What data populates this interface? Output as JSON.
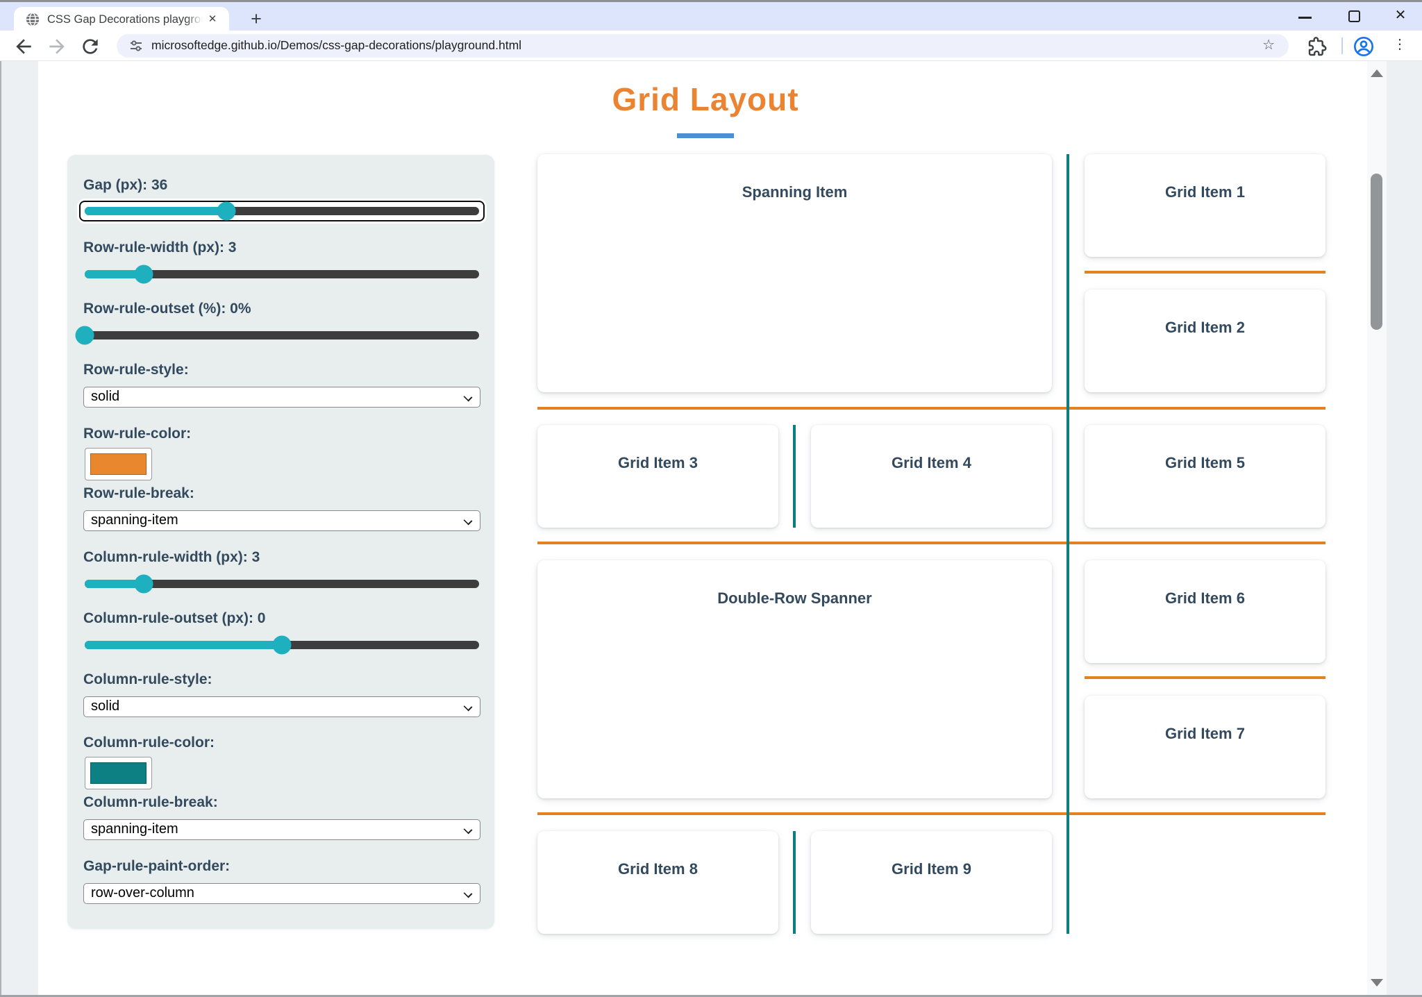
{
  "browser": {
    "tab_title": "CSS Gap Decorations playgroun",
    "url": "microsoftedge.github.io/Demos/css-gap-decorations/playground.html"
  },
  "page": {
    "title": "Grid Layout"
  },
  "colors": {
    "row_rule": "#e2811f",
    "column_rule": "#0c7f82",
    "row_rule_swatch": "#e8872e",
    "column_rule_swatch": "#0d8084"
  },
  "controls": {
    "gap": {
      "label": "Gap (px): 36",
      "pct": 36
    },
    "row_rule_width": {
      "label": "Row-rule-width (px): 3",
      "pct": 15
    },
    "row_rule_outset": {
      "label": "Row-rule-outset (%): 0%",
      "pct": 0
    },
    "row_rule_style": {
      "label": "Row-rule-style:",
      "value": "solid"
    },
    "row_rule_color": {
      "label": "Row-rule-color:"
    },
    "row_rule_break": {
      "label": "Row-rule-break:",
      "value": "spanning-item"
    },
    "column_rule_width": {
      "label": "Column-rule-width (px): 3",
      "pct": 15
    },
    "column_rule_outset": {
      "label": "Column-rule-outset (px): 0",
      "pct": 50
    },
    "column_rule_style": {
      "label": "Column-rule-style:",
      "value": "solid"
    },
    "column_rule_color": {
      "label": "Column-rule-color:"
    },
    "column_rule_break": {
      "label": "Column-rule-break:",
      "value": "spanning-item"
    },
    "gap_rule_paint_order": {
      "label": "Gap-rule-paint-order:",
      "value": "row-over-column"
    }
  },
  "grid": {
    "items": {
      "spanning": "Spanning Item",
      "i1": "Grid Item 1",
      "i2": "Grid Item 2",
      "i3": "Grid Item 3",
      "i4": "Grid Item 4",
      "i5": "Grid Item 5",
      "i6": "Grid Item 6",
      "i7": "Grid Item 7",
      "i8": "Grid Item 8",
      "i9": "Grid Item 9",
      "double": "Double-Row Spanner"
    }
  }
}
